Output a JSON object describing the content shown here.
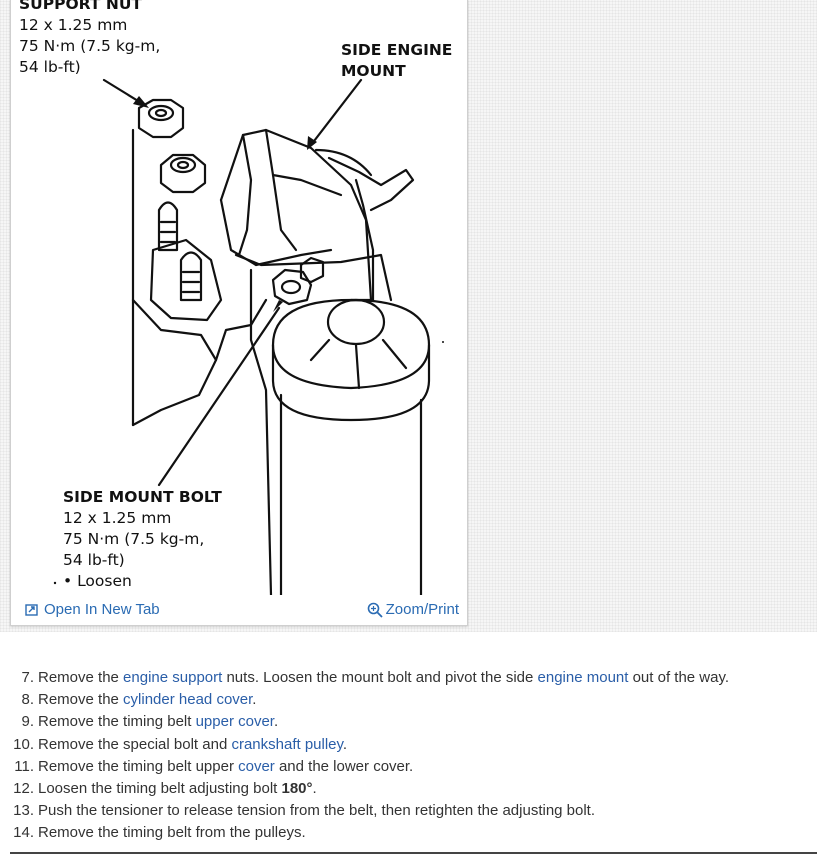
{
  "diagram": {
    "support_nut_label": [
      "SUPPORT NUT",
      "12 x 1.25 mm",
      "75 N·m (7.5 kg-m,",
      "54 lb-ft)"
    ],
    "engine_mount_label": [
      "SIDE ENGINE",
      "MOUNT"
    ],
    "mount_bolt_label": [
      "SIDE MOUNT BOLT",
      "12 x 1.25 mm",
      "75 N·m (7.5 kg-m,",
      "54 lb-ft)",
      "• Loosen"
    ]
  },
  "toolbar": {
    "open_tab_label": "Open In New Tab",
    "zoom_label": "Zoom/Print"
  },
  "steps": [
    {
      "num": "7.",
      "parts": [
        {
          "t": "Remove the "
        },
        {
          "t": "engine support",
          "link": true
        },
        {
          "t": " nuts. Loosen the mount bolt and pivot the side "
        },
        {
          "t": "engine mount",
          "link": true
        },
        {
          "t": " out of the way."
        }
      ]
    },
    {
      "num": "8.",
      "parts": [
        {
          "t": "Remove the "
        },
        {
          "t": "cylinder head cover",
          "link": true
        },
        {
          "t": "."
        }
      ]
    },
    {
      "num": "9.",
      "parts": [
        {
          "t": "Remove the timing belt "
        },
        {
          "t": "upper cover",
          "link": true
        },
        {
          "t": "."
        }
      ]
    },
    {
      "num": "10.",
      "parts": [
        {
          "t": "Remove the special bolt and "
        },
        {
          "t": "crankshaft pulley",
          "link": true
        },
        {
          "t": "."
        }
      ]
    },
    {
      "num": "11.",
      "parts": [
        {
          "t": "Remove the timing belt upper "
        },
        {
          "t": "cover",
          "link": true
        },
        {
          "t": " and the lower cover."
        }
      ]
    },
    {
      "num": "12.",
      "parts": [
        {
          "t": "Loosen the timing belt adjusting bolt "
        },
        {
          "t": "180°",
          "bold": true
        },
        {
          "t": "."
        }
      ]
    },
    {
      "num": "13.",
      "parts": [
        {
          "t": "Push the tensioner to release tension from the belt, then retighten the adjusting bolt."
        }
      ]
    },
    {
      "num": "14.",
      "parts": [
        {
          "t": "Remove the timing belt from the pulleys."
        }
      ]
    }
  ]
}
